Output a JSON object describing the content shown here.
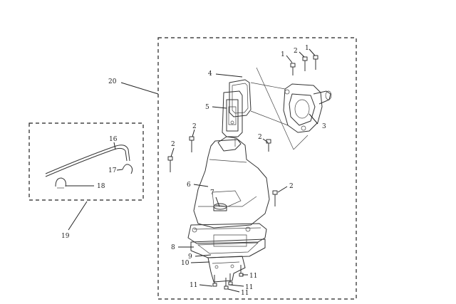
{
  "callouts": {
    "c1a": "1",
    "c1b": "1",
    "c2a": "2",
    "c2b": "2",
    "c2c": "2",
    "c2d": "2",
    "c2e": "2",
    "c3": "3",
    "c4": "4",
    "c5": "5",
    "c6": "6",
    "c7": "7",
    "c8": "8",
    "c9": "9",
    "c10": "10",
    "c11a": "11",
    "c11b": "11",
    "c11c": "11",
    "c11d": "11",
    "c16": "16",
    "c17": "17",
    "c18": "18",
    "c19": "19",
    "c20": "20"
  }
}
